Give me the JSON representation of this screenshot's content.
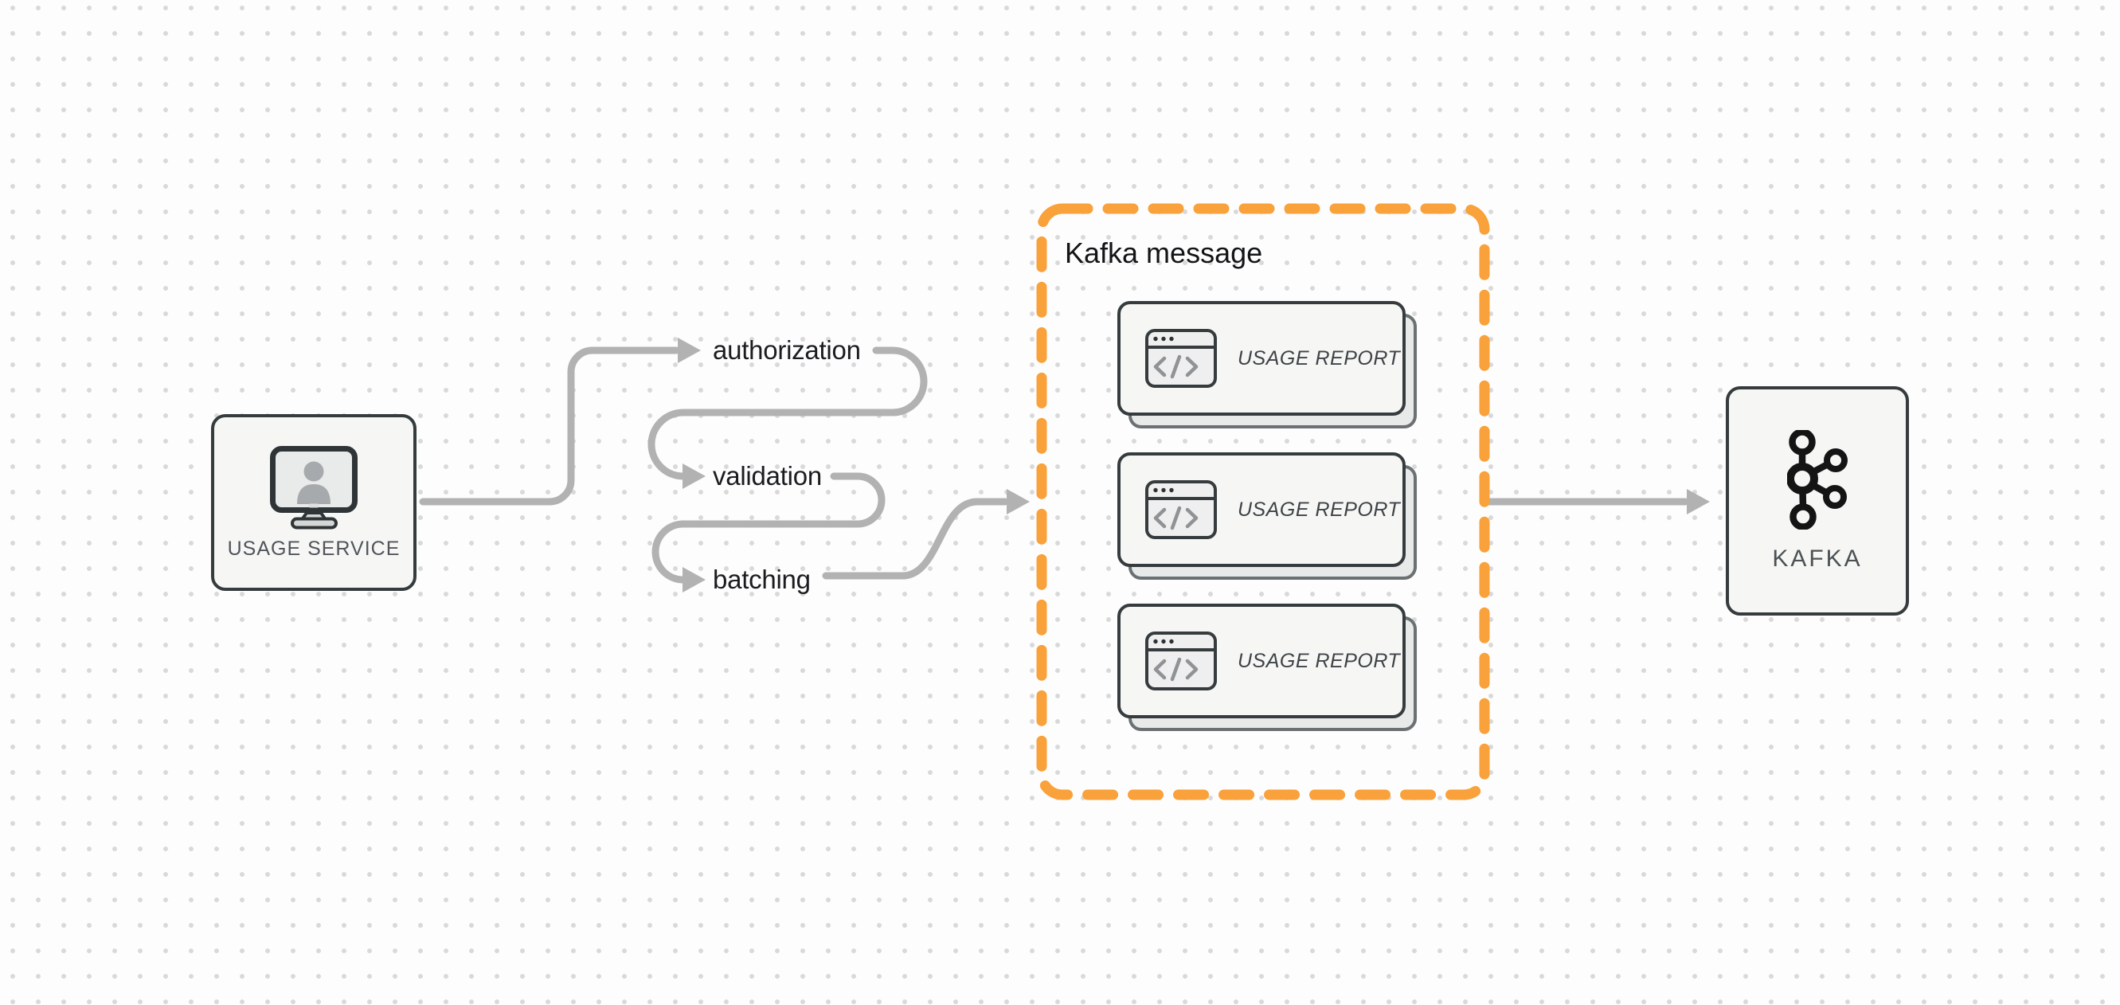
{
  "colors": {
    "background": "#fdfdfd",
    "grid_dot": "#d9d9d9",
    "arrow_gray": "#b2b2b2",
    "node_border": "#363b3e",
    "node_fill": "#f6f7f5",
    "group_accent_orange": "#f9a13a",
    "icon_gray": "#8f9396",
    "label_dark": "#1a1c1f"
  },
  "usage_service_node": {
    "label": "USAGE SERVICE",
    "icon": "monitor-user-icon"
  },
  "pipeline_steps": [
    {
      "label": "authorization"
    },
    {
      "label": "validation"
    },
    {
      "label": "batching"
    }
  ],
  "kafka_message_group": {
    "title": "Kafka message",
    "cards": [
      {
        "label": "USAGE REPORT",
        "icon": "code-window-icon"
      },
      {
        "label": "USAGE REPORT",
        "icon": "code-window-icon"
      },
      {
        "label": "USAGE REPORT",
        "icon": "code-window-icon"
      }
    ]
  },
  "kafka_node": {
    "label": "KAFKA",
    "icon": "kafka-logo-icon"
  }
}
